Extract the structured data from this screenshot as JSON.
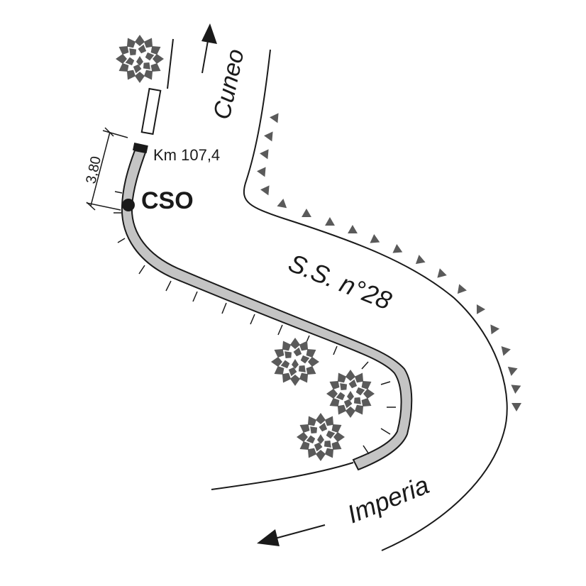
{
  "labels": {
    "direction_north": "Cuneo",
    "direction_south": "Imperia",
    "road_name": "S.S. n°28",
    "kilometer_marker": "Km 107,4",
    "station": "CSO",
    "dimension": "3,80"
  },
  "colors": {
    "line": "#1a1a1a",
    "path_fill": "#c4c4c4",
    "tree": "#5a5a5a",
    "background": "#ffffff"
  },
  "icons": [
    "arrow-up-icon",
    "arrow-down-left-icon",
    "tree-icon",
    "station-dot-icon",
    "embankment-triangle-icon"
  ]
}
